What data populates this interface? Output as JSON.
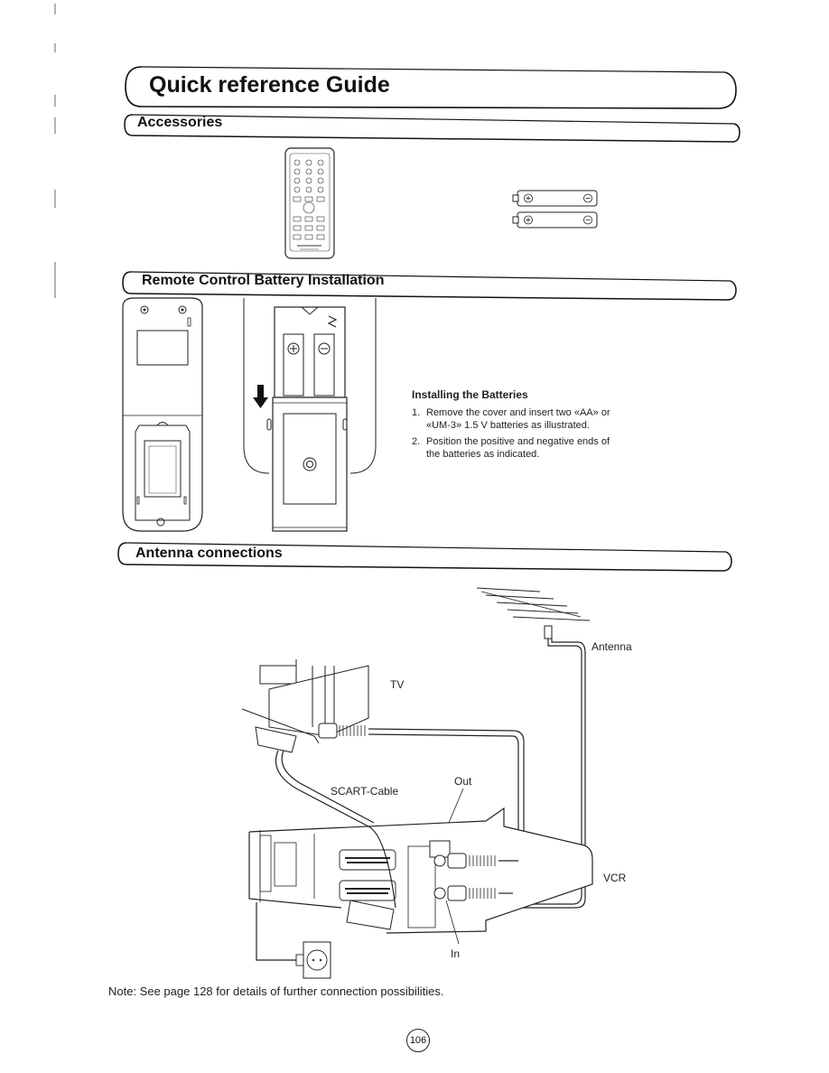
{
  "page": {
    "title": "Quick reference Guide",
    "page_number": "106"
  },
  "sections": {
    "accessories": "Accessories",
    "battery_installation": "Remote Control Battery Installation",
    "antenna_connections": "Antenna connections"
  },
  "installing": {
    "heading": "Installing the Batteries",
    "steps": [
      {
        "num": "1.",
        "text": "Remove the cover and insert two «AA» or «UM-3» 1.5 V batteries as illustrated."
      },
      {
        "num": "2.",
        "text": "Position the positive and negative ends of the batteries as indicated."
      }
    ]
  },
  "diagram_labels": {
    "antenna": "Antenna",
    "tv": "TV",
    "out": "Out",
    "scart_cable": "SCART-Cable",
    "vcr": "VCR",
    "in": "In"
  },
  "note": "Note: See page 128 for details of further connection possibilities."
}
